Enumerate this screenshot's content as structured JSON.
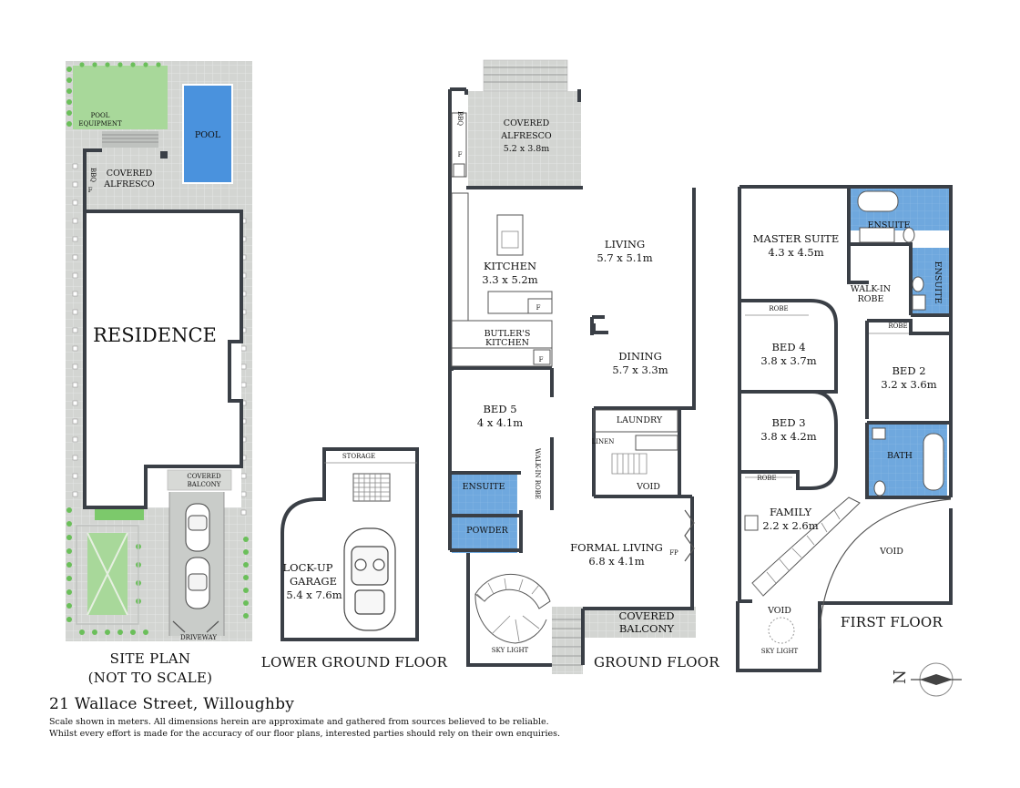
{
  "title": "21 Wallace Street, Willoughby",
  "disclaimer": [
    "Scale shown in meters. All dimensions herein are approximate and gathered from sources believed to be  reliable.",
    "Whilst every effort is made for the accuracy of our floor plans, interested parties should rely on their own enquiries."
  ],
  "site_plan": {
    "heading_1": "SITE PLAN",
    "heading_2": "(NOT TO SCALE)",
    "residence": "RESIDENCE",
    "pool": "POOL",
    "pool_equipment_1": "POOL",
    "pool_equipment_2": "EQUIPMENT",
    "covered_alfresco_1": "COVERED",
    "covered_alfresco_2": "ALFRESCO",
    "bbq": "BBQ",
    "fridge": "F",
    "covered_balcony_1": "COVERED",
    "covered_balcony_2": "BALCONY",
    "driveway": "DRIVEWAY"
  },
  "lower_ground": {
    "heading": "LOWER GROUND FLOOR",
    "storage": "STORAGE",
    "garage_1": "LOCK-UP",
    "garage_2": "GARAGE",
    "garage_dim": "5.4 x 7.6m"
  },
  "ground": {
    "heading": "GROUND FLOOR",
    "alfresco_1": "COVERED",
    "alfresco_2": "ALFRESCO",
    "alfresco_dim": "5.2 x 3.8m",
    "bbq": "BBQ",
    "fridge": "F",
    "kitchen": "KITCHEN",
    "kitchen_dim": "3.3 x 5.2m",
    "butlers_1": "BUTLER'S",
    "butlers_2": "KITCHEN",
    "living": "LIVING",
    "living_dim": "5.7 x 5.1m",
    "dining": "DINING",
    "dining_dim": "5.7 x 3.3m",
    "bed5": "BED 5",
    "bed5_dim": "4 x 4.1m",
    "ensuite": "ENSUITE",
    "walkin_robe": "WALK-IN ROBE",
    "powder": "POWDER",
    "laundry": "LAUNDRY",
    "linen": "LINEN",
    "void": "VOID",
    "formal_living": "FORMAL LIVING",
    "formal_living_dim": "6.8 x 4.1m",
    "fp": "FP",
    "covered_balcony_1": "COVERED",
    "covered_balcony_2": "BALCONY",
    "sky_light": "SKY LIGHT"
  },
  "first": {
    "heading": "FIRST FLOOR",
    "master": "MASTER SUITE",
    "master_dim": "4.3 x 4.5m",
    "ensuite": "ENSUITE",
    "walkin_1": "WALK-IN",
    "walkin_2": "ROBE",
    "robe": "ROBE",
    "bed4": "BED 4",
    "bed4_dim": "3.8 x 3.7m",
    "bed2": "BED 2",
    "bed2_dim": "3.2 x 3.6m",
    "bed3": "BED 3",
    "bed3_dim": "3.8 x 4.2m",
    "bath": "BATH",
    "family": "FAMILY",
    "family_dim": "2.2 x 2.6m",
    "void": "VOID",
    "sky_light": "SKY LIGHT"
  },
  "compass": "N"
}
